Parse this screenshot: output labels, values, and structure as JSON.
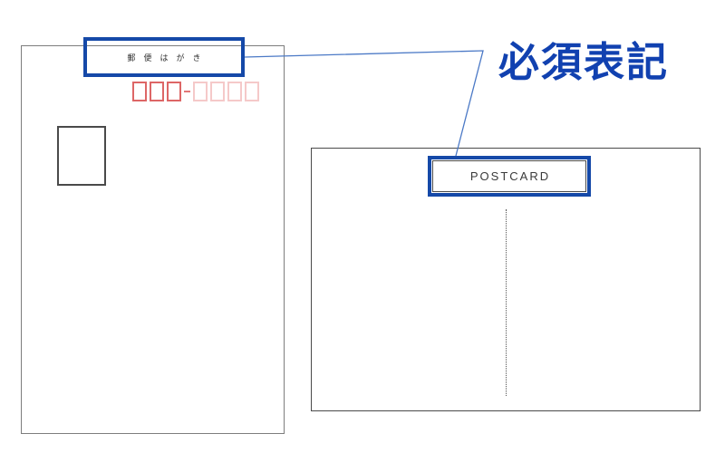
{
  "annotation": {
    "label": "必須表記"
  },
  "hagaki": {
    "title": "郵便はがき"
  },
  "postcard": {
    "title": "POSTCARD"
  },
  "postal_code": {
    "solid_boxes": 3,
    "light_boxes": 4,
    "separator": "-"
  },
  "colors": {
    "highlight_blue": "#1549a8",
    "annotation_text": "#1141b0",
    "leader_line": "#4b79c6",
    "postal_solid_red": "#dd6666",
    "postal_light_pink": "#f5c9c9",
    "card_border_left": "#7d7d7d",
    "card_border_right": "#4a4a4a",
    "title_text": "#333333"
  }
}
